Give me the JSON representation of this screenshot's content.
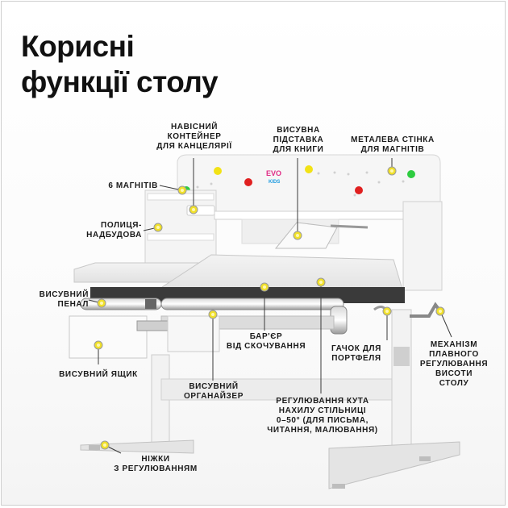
{
  "title_line1": "Корисні",
  "title_line2": "функції столу",
  "brand": "EVO",
  "brand_sub": "KIDS",
  "callouts": {
    "container": "Навісний\nконтейнер\nдля канцелярії",
    "book_stand": "Висувна\nпідставка\nдля книги",
    "metal_wall": "Металева стінка\nдля магнітів",
    "magnets": "6 магнітів",
    "shelf": "Полиця-\nнадбудова",
    "pencil_case": "Висувний\nпенал",
    "drawer": "Висувний ящик",
    "organizer": "Висувний\nорганайзер",
    "barrier": "Бар'єр\nвід скочування",
    "hook": "Гачок для\nпортфеля",
    "mechanism": "Механізм\nплавного\nрегулювання\nвисоти\nстолу",
    "tilt": "Регулювання кута\nнахилу стільниці\n0–50° (для письма,\nчитання, малювання)",
    "legs": "Ніжки\nз регулюванням"
  },
  "colors": {
    "marker": "#f0e02a",
    "desk": "#eeeeee",
    "magnet_yellow": "#f2e216",
    "magnet_green": "#2ecc40",
    "magnet_red": "#e02020"
  }
}
